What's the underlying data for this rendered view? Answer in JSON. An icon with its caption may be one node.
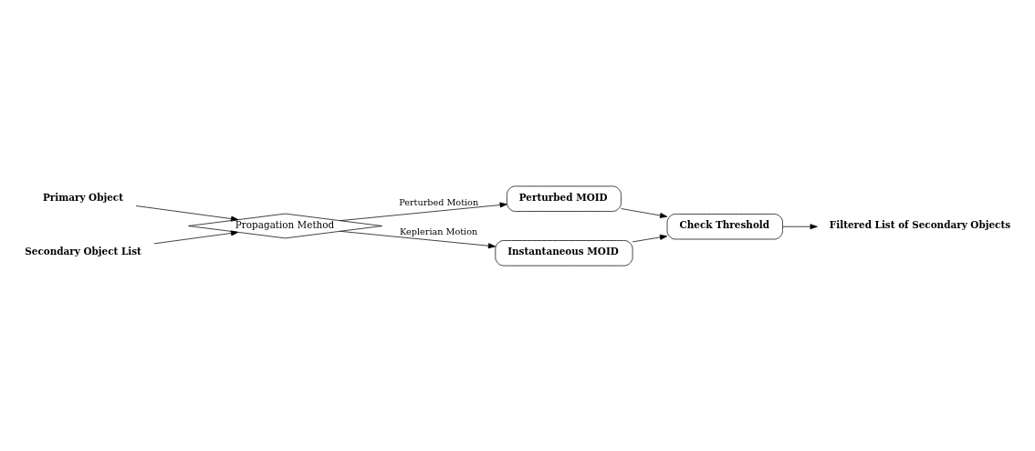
{
  "diagram": {
    "nodes": [
      {
        "text": [
          "Primary Object"
        ]
      },
      {
        "text": [
          "Secondary Object List"
        ]
      },
      {
        "text": [
          "Propagation Method"
        ]
      },
      {
        "text": [
          "Perturbed MOID"
        ]
      },
      {
        "text": [
          "Instantaneous MOID"
        ]
      },
      {
        "text": [
          "Check Threshold"
        ]
      },
      {
        "text": [
          "Filtered List of Secondary Objects"
        ]
      }
    ],
    "edges": [
      {
        "from": 0,
        "to": 2,
        "arrow": "to"
      },
      {
        "from": 1,
        "to": 2,
        "arrow": "to"
      },
      {
        "from": 2,
        "to": 3,
        "arrow": "to",
        "label": "Perturbed Motion"
      },
      {
        "from": 2,
        "to": 4,
        "arrow": "to",
        "label": "Keplerian Motion"
      },
      {
        "from": 3,
        "to": 5,
        "arrow": "to"
      },
      {
        "from": 4,
        "to": 5,
        "arrow": "to"
      },
      {
        "from": 5,
        "to": 6,
        "arrow": "to"
      }
    ]
  }
}
